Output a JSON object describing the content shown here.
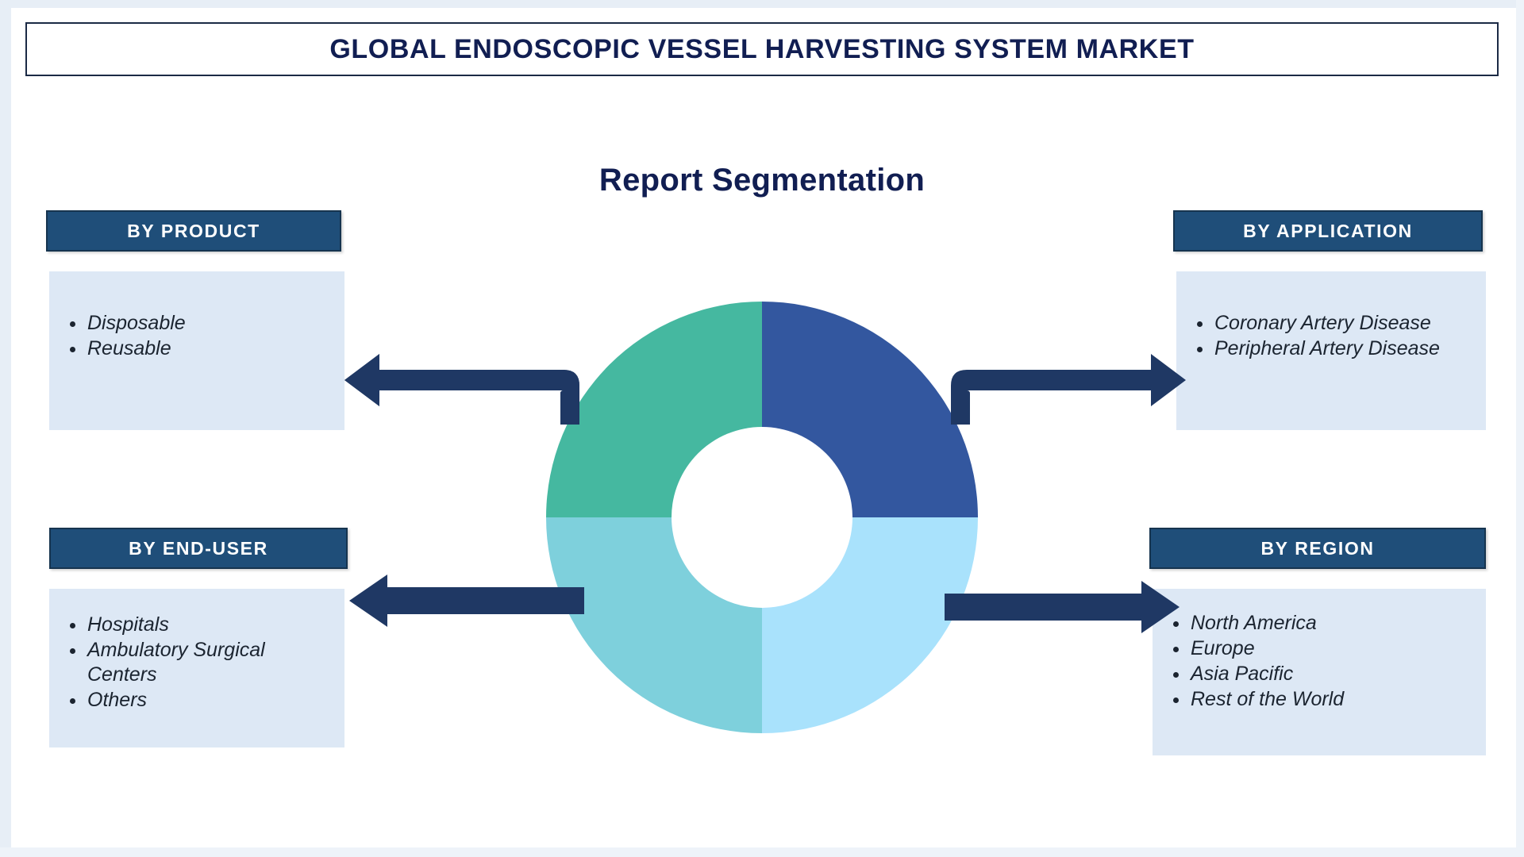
{
  "title": "GLOBAL ENDOSCOPIC VESSEL HARVESTING SYSTEM MARKET",
  "section_heading": "Report Segmentation",
  "colors": {
    "title_text": "#111e52",
    "header_bar": "#1f4e79",
    "panel_bg": "#dde8f5",
    "arrow": "#1f3864",
    "donut_top_left": "#45b8a0",
    "donut_top_right": "#33579f",
    "donut_bottom_left": "#7ed0dc",
    "donut_bottom_right": "#a9e2fc"
  },
  "segments": {
    "product": {
      "header": "BY PRODUCT",
      "items": [
        "Disposable",
        "Reusable"
      ]
    },
    "application": {
      "header": "BY APPLICATION",
      "items": [
        "Coronary Artery Disease",
        "Peripheral Artery Disease"
      ]
    },
    "end_user": {
      "header": "BY END-USER",
      "items": [
        "Hospitals",
        "Ambulatory Surgical Centers",
        "Others"
      ]
    },
    "region": {
      "header": "BY REGION",
      "items": [
        "North America",
        "Europe",
        "Asia Pacific",
        "Rest of the World"
      ]
    }
  },
  "chart_data": {
    "type": "pie",
    "title": "Report Segmentation",
    "labels": [
      "By Product",
      "By Application",
      "By End-User",
      "By Region"
    ],
    "values": [
      25,
      25,
      25,
      25
    ],
    "colors": [
      "#45b8a0",
      "#33579f",
      "#7ed0dc",
      "#a9e2fc"
    ],
    "donut": true,
    "inner_radius_ratio": 0.52,
    "legend": "none"
  }
}
